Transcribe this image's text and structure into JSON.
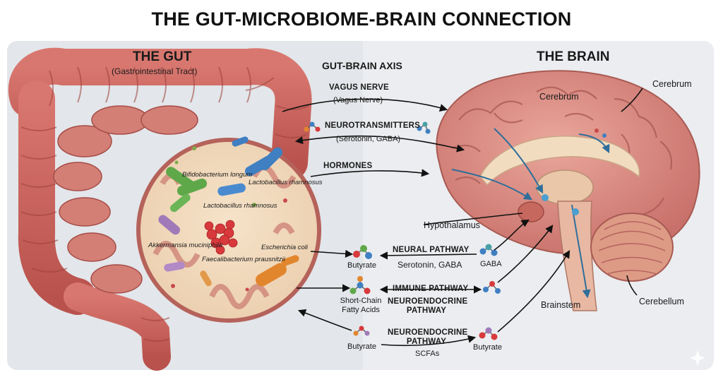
{
  "title": "THE GUT-MICROBIOME-BRAIN CONNECTION",
  "gut": {
    "heading": "THE GUT",
    "subheading": "(Gastrointestinal Tract)",
    "microbes": [
      "Bifidobacterium longum",
      "Lactobacillus rhamnosus",
      "Lactobacillus rhamnosus",
      "Akkermansia muciniphila",
      "Faecalibacterium prausnitzii",
      "Escherichia coli"
    ]
  },
  "axis": {
    "heading": "GUT-BRAIN AXIS",
    "vagus": {
      "label": "VAGUS NERVE",
      "sub": "(Vagus Nerve)"
    },
    "neuro": {
      "label": "NEUROTRANSMITTERS",
      "sub": "(Serotonin, GABA)"
    },
    "hormones": "HORMONES",
    "neural": {
      "label": "NEURAL PATHWAY",
      "sub": "Serotonin, GABA"
    },
    "immune": "IMMUNE PATHWAY",
    "neuroendo1": {
      "line1": "NEUROENDOCRINE",
      "line2": "PATHWAY"
    },
    "neuroendo2": {
      "line1": "NEUROENDOCRINE",
      "line2": "PATHWAY",
      "sub": "SCFAs"
    },
    "molecules": {
      "butyrate1": "Butyrate",
      "scfa_line1": "Short-Chain",
      "scfa_line2": "Fatty Acids",
      "butyrate2": "Butyrate",
      "gaba": "GABA",
      "butyrate3": "Butyrate"
    }
  },
  "brain": {
    "heading": "THE BRAIN",
    "labels": {
      "cerebrum_inner": "Cerebrum",
      "cerebrum_outer": "Cerebrum",
      "hypothalamus": "Hypothalamus",
      "brainstem": "Brainstem",
      "cerebellum": "Cerebellum"
    }
  },
  "colors": {
    "intestine": "#c9625c",
    "brain": "#d98a80",
    "bacteria_green": "#5fa84a",
    "bacteria_blue": "#3f7fc2",
    "bacteria_red": "#d8393c",
    "bacteria_purple": "#a07ab8",
    "bacteria_orange": "#e2862e",
    "nerve_blue": "#2f6e9a"
  }
}
